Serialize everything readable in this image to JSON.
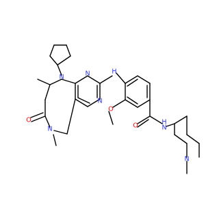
{
  "colors": {
    "background": "#ffffff",
    "carbon_bond": "#000000",
    "nitrogen": "#2b35e8",
    "oxygen": "#ff0d0d"
  },
  "labels": {
    "n_cyclopentyl": "N",
    "n_pyrimidine_top": "N",
    "n_pyrimidine_right": "N",
    "nh_aniline": "H",
    "n_amide_ring": "N",
    "o_lactam": "O",
    "o_methoxy": "O",
    "o_amide": "O",
    "nh_amide": "H",
    "n_amide": "N",
    "n_piperidine": "N"
  }
}
